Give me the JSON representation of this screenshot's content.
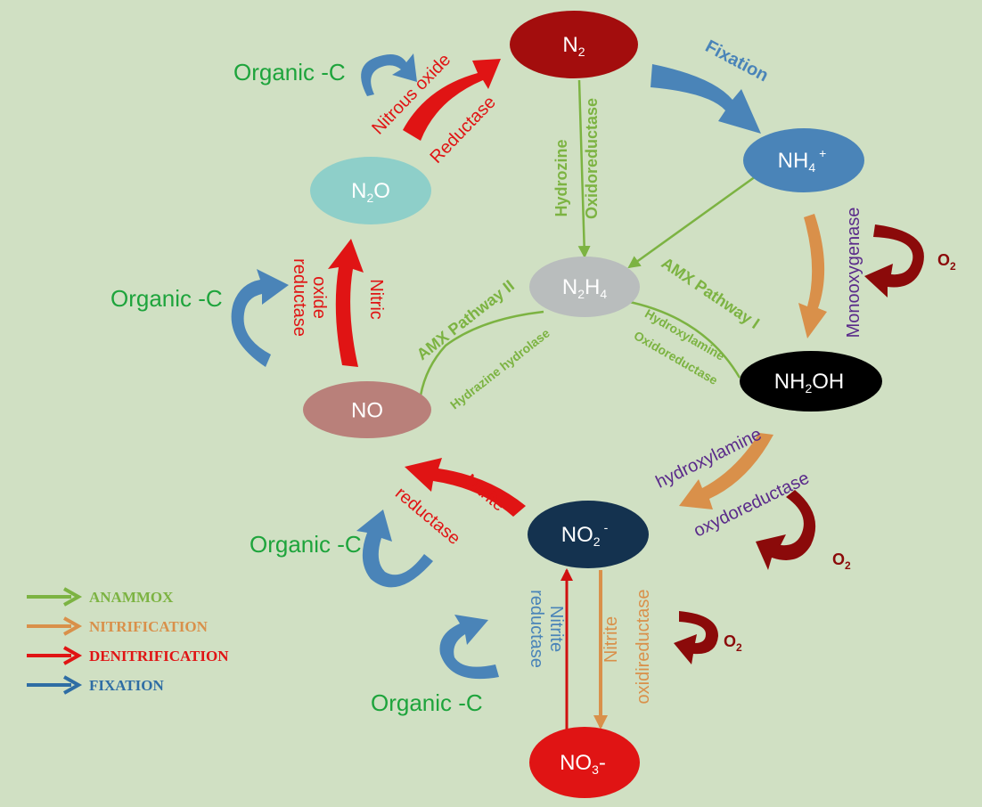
{
  "nodes": {
    "n2": "N",
    "n2_sub": "2",
    "nh4": "NH",
    "nh4_sub": "4",
    "nh4_sup": "+",
    "n2o": "N",
    "n2o_sub": "2",
    "n2o_tail": "O",
    "n2h4": "N",
    "n2h4_sub": "2",
    "n2h4_mid": "H",
    "n2h4_sub2": "4",
    "nh2oh": "NH",
    "nh2oh_sub": "2",
    "nh2oh_tail": "OH",
    "no": "NO",
    "no2": "NO",
    "no2_sub": "2",
    "no2_sup": "-",
    "no3": "NO",
    "no3_sub": "3",
    "no3_sup": "-"
  },
  "labels": {
    "fixation": "Fixation",
    "nitrous_oxide": "Nitrous oxide",
    "reductase": "Reductase",
    "hydrozine": "Hydrozine",
    "oxidoreductase": "Oxidoreductase",
    "monooxygenase": "Monooxygenase",
    "nitric": "Nitric",
    "oxide": "oxide",
    "reductase_lower": "reductase",
    "amx_pathway_ii": "AMX Pathway II",
    "amx_pathway_i": "AMX Pathway I",
    "hydrazine_hydrolase": "Hydrazine hydrolase",
    "hydroxylamine_oxidoreductase_1": "Hydroxylamine",
    "hydroxylamine_oxidoreductase_2": "Oxidoreductase",
    "nitrite_left": "Nitrite",
    "reductase_left": "reductase",
    "hydroxylamine": "hydroxylamine",
    "oxydoreductase": "oxydoreductase",
    "nitrite_bottom": "Nitrite",
    "reductase_bottom": "reductase",
    "nitrite_right": "Nitrite",
    "oxidireductase": "oxidireductase",
    "organic_c_1": "Organic -C",
    "organic_c_2": "Organic -C",
    "organic_c_3": "Organic -C",
    "organic_c_4": "Organic -C",
    "o2": "O",
    "o2_sub": "2"
  },
  "legend": [
    {
      "label": "ANAMMOX",
      "color": "#7cb342"
    },
    {
      "label": "NITRIFICATION",
      "color": "#d9904a"
    },
    {
      "label": "DENITRIFICATION",
      "color": "#e01414"
    },
    {
      "label": "FIXATION",
      "color": "#2e6da4"
    }
  ],
  "colors": {
    "background": "#d0e0c3",
    "anammox": "#7cb342",
    "nitrification": "#d9904a",
    "denitrification": "#e01414",
    "fixation": "#4a84b8",
    "o2_arrow": "#8b0a0a",
    "enzyme_purple": "#5a2a8a",
    "organic_c": "#1ea43c"
  }
}
